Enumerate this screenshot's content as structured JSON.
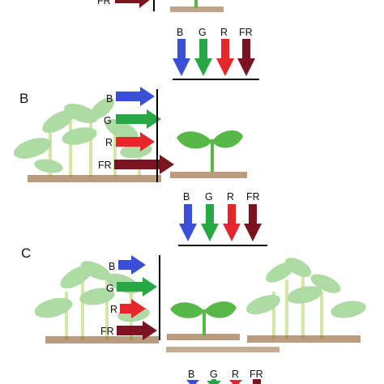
{
  "panels": [
    {
      "letter": "",
      "side_labels": [
        "",
        "",
        "",
        "FR"
      ],
      "top_labels": [
        "B",
        "G",
        "R",
        "FR"
      ]
    },
    {
      "letter": "B",
      "side_labels": [
        "B",
        "G",
        "R",
        "FR"
      ],
      "top_labels": [
        "B",
        "G",
        "R",
        "FR"
      ]
    },
    {
      "letter": "C",
      "side_labels": [
        "B",
        "G",
        "R",
        "FR"
      ],
      "top_labels": [
        "B",
        "G",
        "R",
        "FR"
      ]
    }
  ],
  "colors": {
    "blue": "#3a4fd6",
    "green": "#27a845",
    "red": "#e5262b",
    "far_red": "#7a1420",
    "leaf": "#57b847",
    "leaf_faded": "#a6d79a",
    "stem": "#c8e07a",
    "soil": "#8a5a2b",
    "line": "#000000"
  },
  "icons": {
    "seedling": "seedling-icon",
    "plant": "plant-icon",
    "arrow": "arrow-icon"
  }
}
